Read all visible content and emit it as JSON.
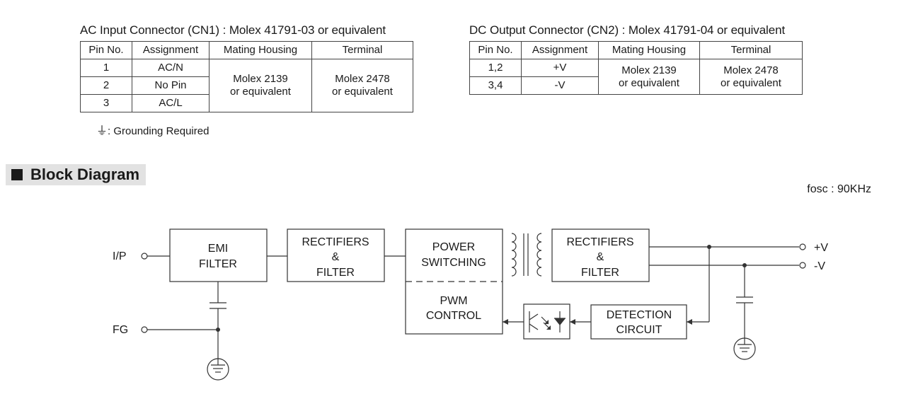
{
  "ac_table": {
    "title": "AC Input Connector (CN1) : Molex 41791-03  or equivalent",
    "headers": [
      "Pin No.",
      "Assignment",
      "Mating Housing",
      "Terminal"
    ],
    "rows": [
      {
        "pin": "1",
        "assignment": "AC/N"
      },
      {
        "pin": "2",
        "assignment": "No Pin"
      },
      {
        "pin": "3",
        "assignment": "AC/L"
      }
    ],
    "housing": [
      "Molex 2139",
      "or equivalent"
    ],
    "terminal": [
      "Molex 2478",
      "or equivalent"
    ]
  },
  "dc_table": {
    "title": "DC Output Connector (CN2) : Molex 41791-04  or equivalent",
    "headers": [
      "Pin No.",
      "Assignment",
      "Mating Housing",
      "Terminal"
    ],
    "rows": [
      {
        "pin": "1,2",
        "assignment": "+V"
      },
      {
        "pin": "3,4",
        "assignment": "-V"
      }
    ],
    "housing": [
      "Molex 2139",
      "or equivalent"
    ],
    "terminal": [
      "Molex 2478",
      "or equivalent"
    ]
  },
  "grounding_note": {
    "symbol": "⏚",
    "text": ": Grounding Required"
  },
  "section": {
    "title": "Block Diagram"
  },
  "diagram": {
    "fosc": "fosc : 90KHz",
    "ip_label": "I/P",
    "fg_label": "FG",
    "out_pos": "+V",
    "out_neg": "-V",
    "emi": [
      "EMI",
      "FILTER"
    ],
    "rect1": [
      "RECTIFIERS",
      "&",
      "FILTER"
    ],
    "power": [
      "POWER",
      "SWITCHING"
    ],
    "pwm": [
      "PWM",
      "CONTROL"
    ],
    "rect2": [
      "RECTIFIERS",
      "&",
      "FILTER"
    ],
    "detection": [
      "DETECTION",
      "CIRCUIT"
    ]
  }
}
